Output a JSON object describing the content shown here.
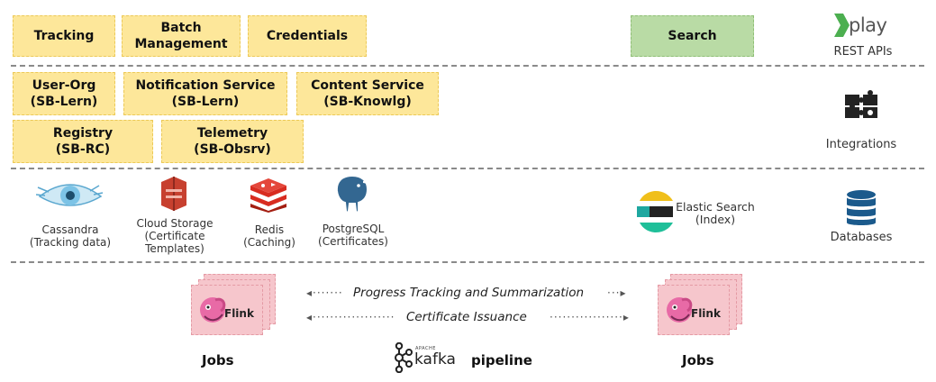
{
  "row1": {
    "tracking": "Tracking",
    "batch_line1": "Batch",
    "batch_line2": "Management",
    "credentials": "Credentials",
    "search": "Search",
    "play_logo": "play",
    "rest_apis": "REST APIs"
  },
  "row2": {
    "userorg_line1": "User-Org",
    "userorg_line2": "(SB-Lern)",
    "notification_line1": "Notification Service",
    "notification_line2": "(SB-Lern)",
    "content_line1": "Content Service",
    "content_line2": "(SB-Knowlg)",
    "registry_line1": "Registry",
    "registry_line2": "(SB-RC)",
    "telemetry_line1": "Telemetry",
    "telemetry_line2": "(SB-Obsrv)",
    "integrations": "Integrations"
  },
  "row3": {
    "cassandra_line1": "Cassandra",
    "cassandra_line2": "(Tracking data)",
    "cloud_line1": "Cloud Storage",
    "cloud_line2": "(Certificate",
    "cloud_line3": "Templates)",
    "redis_line1": "Redis",
    "redis_line2": "(Caching)",
    "postgres_line1": "PostgreSQL",
    "postgres_line2": "(Certificates)",
    "elastic_line1": "Elastic Search",
    "elastic_line2": "(Index)",
    "databases": "Databases"
  },
  "row4": {
    "flow1": "Progress Tracking and Summarization",
    "flow2": "Certificate Issuance",
    "flink_label": "Flink",
    "jobs_left": "Jobs",
    "jobs_right": "Jobs",
    "kafka_logo": "kafka",
    "kafka_apache": "APACHE",
    "pipeline": "pipeline"
  },
  "colors": {
    "yellow_box": "#fde79a",
    "green_box": "#b9dba5",
    "pink_card": "#f6c6cc",
    "play_green": "#4caf50",
    "redis_red": "#d82c20",
    "aws_red": "#c7402f",
    "postgres_blue": "#336791",
    "db_blue": "#1b5a8c"
  }
}
